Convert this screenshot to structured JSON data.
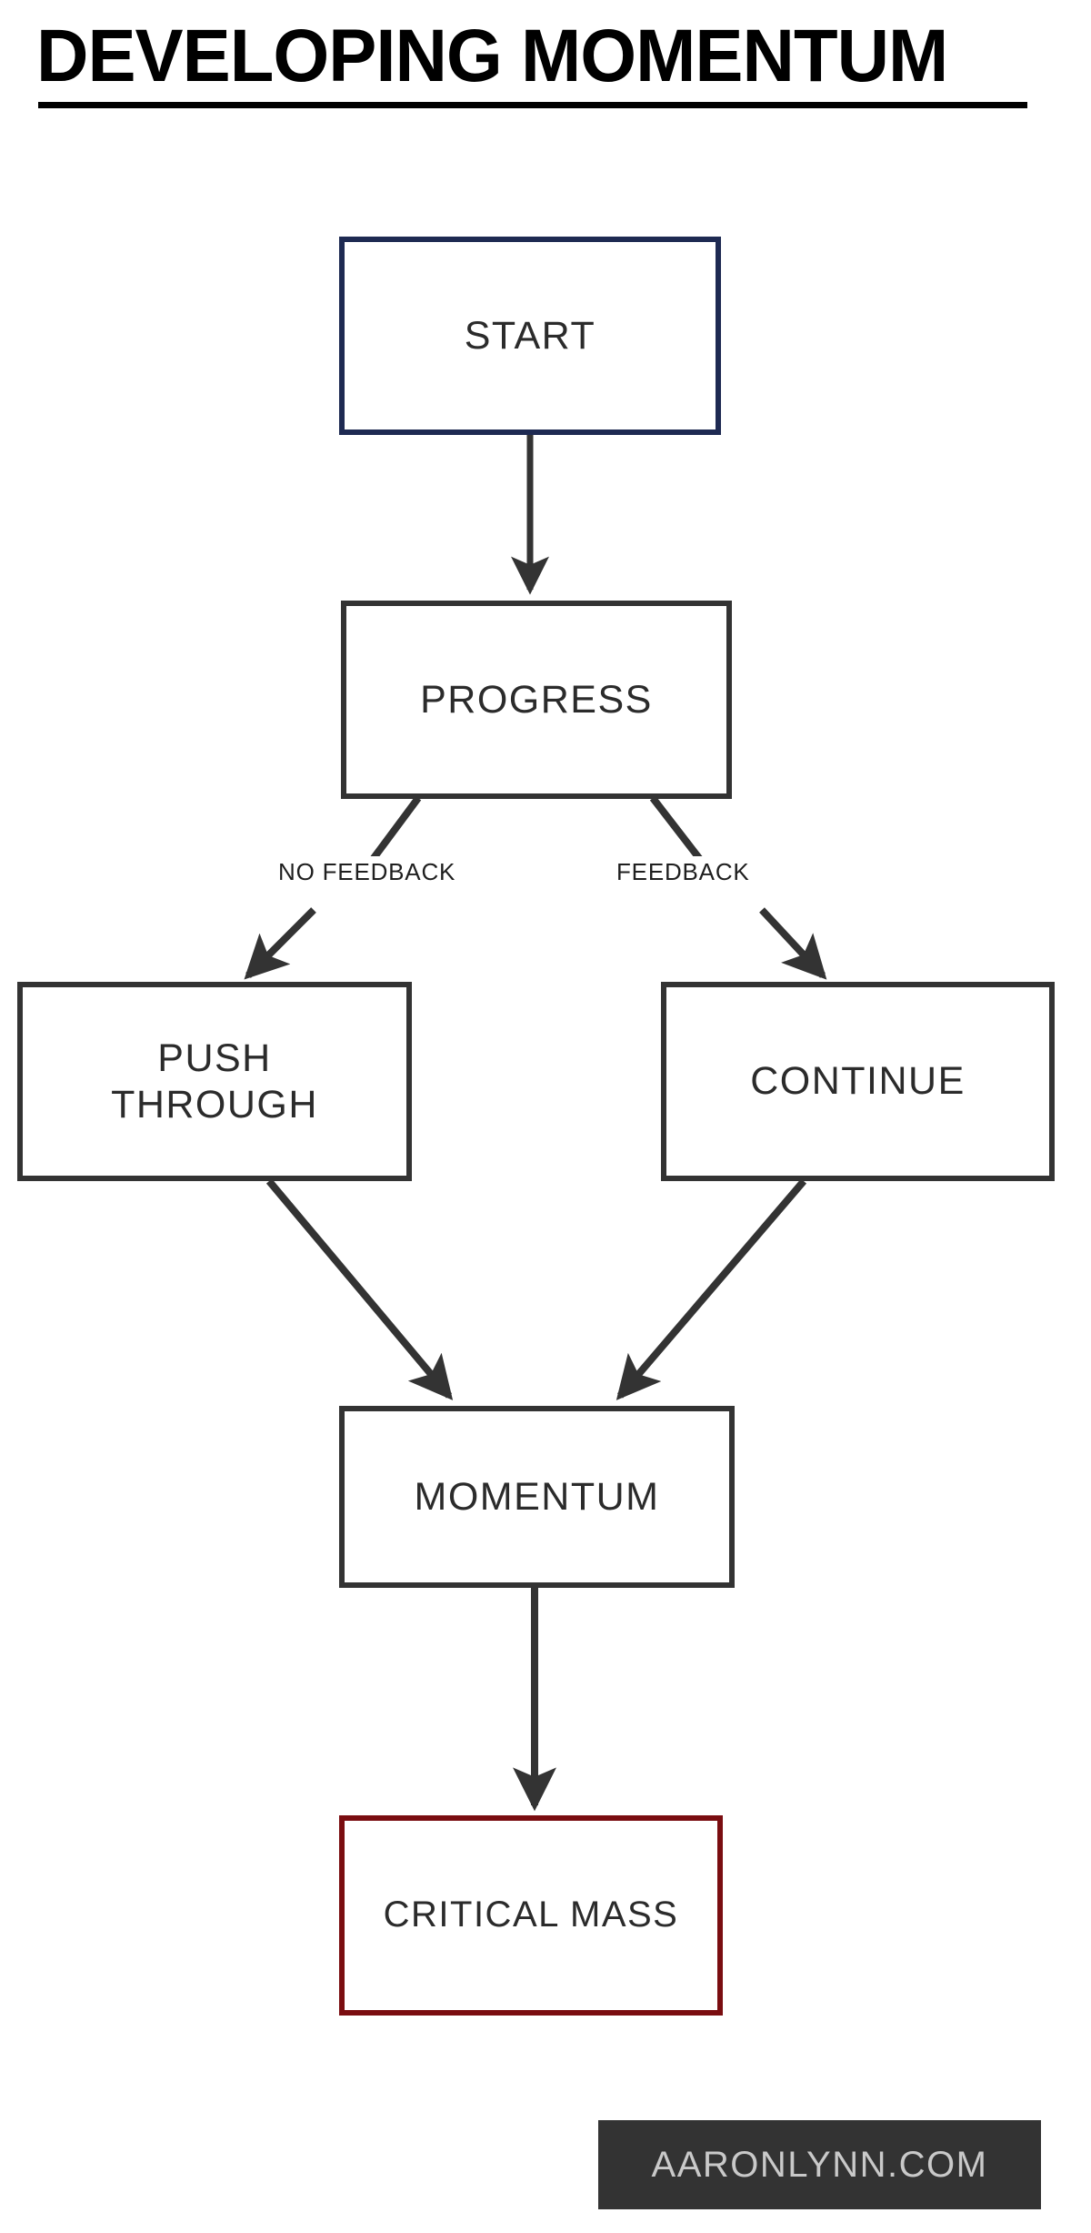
{
  "header": {
    "title": "DEVELOPING MOMENTUM"
  },
  "diagram": {
    "type": "flowchart",
    "nodes": [
      {
        "id": "start",
        "label": "START",
        "border_color": "#1e2a52"
      },
      {
        "id": "progress",
        "label": "PROGRESS",
        "border_color": "#333333"
      },
      {
        "id": "push",
        "label": "PUSH\nTHROUGH",
        "border_color": "#333333"
      },
      {
        "id": "continue",
        "label": "CONTINUE",
        "border_color": "#333333"
      },
      {
        "id": "momentum",
        "label": "MOMENTUM",
        "border_color": "#333333"
      },
      {
        "id": "critical",
        "label": "CRITICAL MASS",
        "border_color": "#7a0d10"
      }
    ],
    "edges": [
      {
        "from": "start",
        "to": "progress",
        "label": ""
      },
      {
        "from": "progress",
        "to": "push",
        "label": "NO FEEDBACK"
      },
      {
        "from": "progress",
        "to": "continue",
        "label": "FEEDBACK"
      },
      {
        "from": "push",
        "to": "momentum",
        "label": ""
      },
      {
        "from": "continue",
        "to": "momentum",
        "label": ""
      },
      {
        "from": "momentum",
        "to": "critical",
        "label": ""
      }
    ],
    "edge_labels": {
      "no_feedback": "NO FEEDBACK",
      "feedback": "FEEDBACK"
    }
  },
  "footer": {
    "watermark": "AARONLYNN.COM",
    "background_color": "#333333",
    "text_color": "#c9c9c9"
  },
  "colors": {
    "background": "#ffffff",
    "title": "#000000",
    "node_text": "#2b2b2b",
    "connector": "#333333",
    "accent_start": "#1e2a52",
    "accent_critical": "#7a0d10"
  }
}
